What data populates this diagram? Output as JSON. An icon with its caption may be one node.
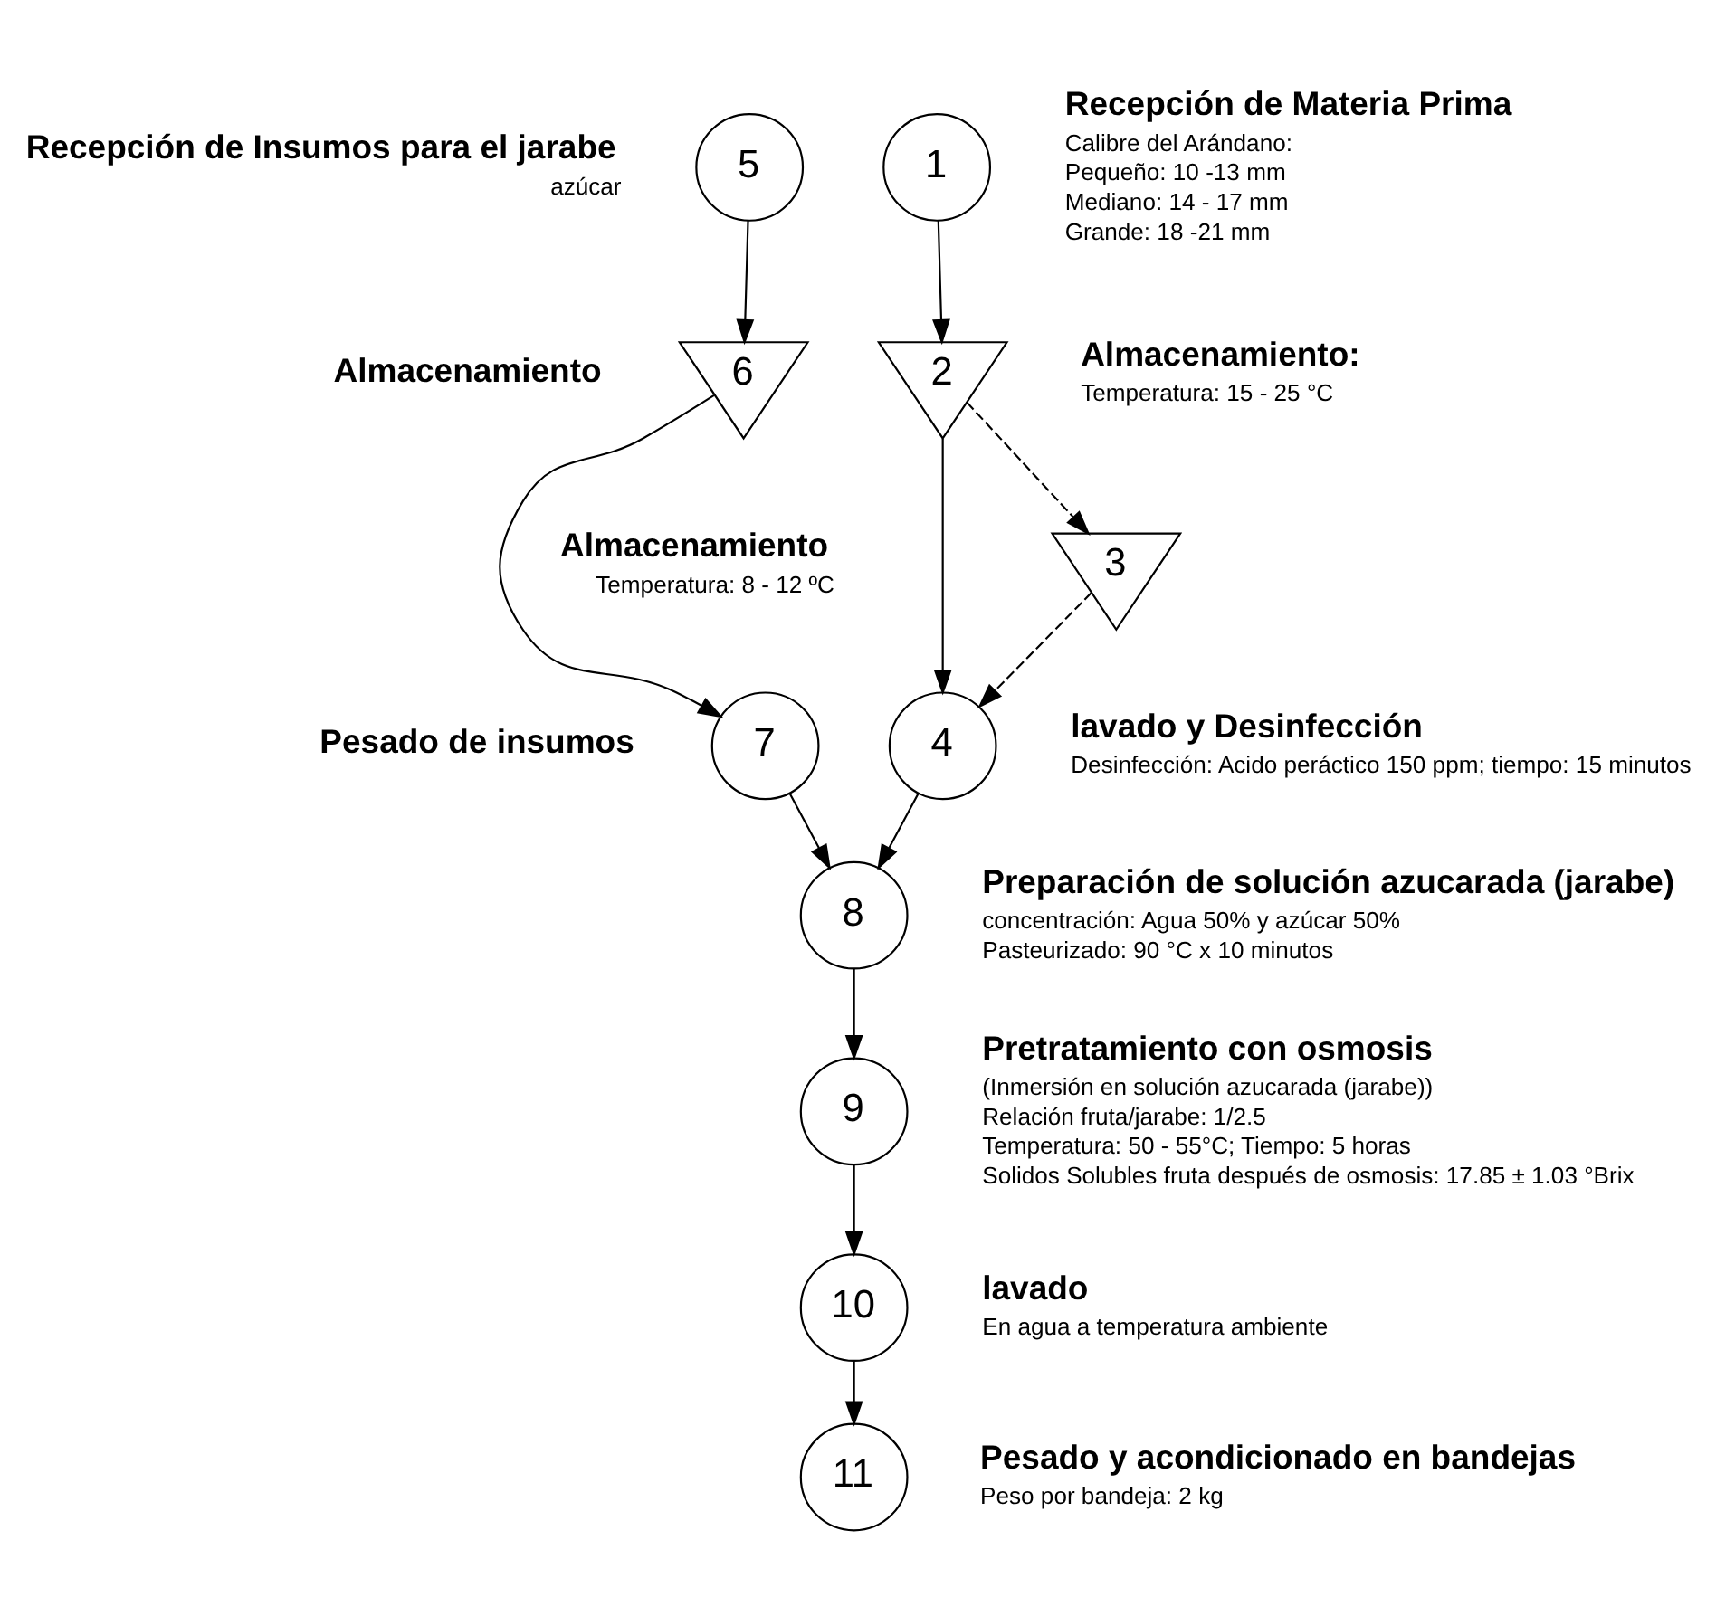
{
  "diagram": {
    "nodes": [
      {
        "text": [
          "1"
        ],
        "beside": [
          "Recepción de Materia Prima",
          "Calibre del Arándano:",
          "Pequeño: 10 -13 mm",
          "Mediano: 14 - 17 mm",
          "Grande: 18 -21 mm"
        ]
      },
      {
        "text": [
          "2"
        ],
        "beside": [
          "Almacenamiento:",
          "Temperatura: 15 - 25 °C"
        ]
      },
      {
        "text": [
          "3"
        ],
        "beside": [
          "Almacenamiento",
          "Temperatura: 8 - 12 ºC"
        ]
      },
      {
        "text": [
          "4"
        ],
        "beside": [
          "lavado y Desinfección",
          "Desinfección: Acido peráctico 150 ppm; tiempo: 15 minutos"
        ]
      },
      {
        "text": [
          "5"
        ],
        "beside": [
          "Recepción de Insumos para el jarabe",
          "azúcar"
        ]
      },
      {
        "text": [
          "6"
        ],
        "beside": [
          "Almacenamiento"
        ]
      },
      {
        "text": [
          "7"
        ],
        "beside": [
          "Pesado de insumos"
        ]
      },
      {
        "text": [
          "8"
        ],
        "beside": [
          "Preparación de solución azucarada (jarabe)",
          "concentración: Agua 50% y azúcar 50%",
          "Pasteurizado: 90 °C x 10 minutos"
        ]
      },
      {
        "text": [
          "9"
        ],
        "beside": [
          "Pretratamiento con osmosis",
          "(Inmersión en solución azucarada (jarabe))",
          "Relación fruta/jarabe: 1/2.5",
          "Temperatura: 50 - 55°C; Tiempo: 5 horas",
          "Solidos Solubles fruta después de osmosis: 17.85 ± 1.03 °Brix"
        ]
      },
      {
        "text": [
          "10"
        ],
        "beside": [
          "lavado",
          "En agua a temperatura ambiente"
        ]
      },
      {
        "text": [
          "11"
        ],
        "beside": [
          "Pesado y acondicionado en bandejas",
          "Peso por bandeja: 2 kg"
        ]
      }
    ],
    "edges": [
      {
        "from": 0,
        "to": 1,
        "arrow": "to"
      },
      {
        "from": 1,
        "to": 2,
        "arrow": "to",
        "style": "dashed"
      },
      {
        "from": 2,
        "to": 3,
        "arrow": "to",
        "style": "dashed"
      },
      {
        "from": 1,
        "to": 3,
        "arrow": "to"
      },
      {
        "from": 3,
        "to": 7,
        "arrow": "to"
      },
      {
        "from": 4,
        "to": 5,
        "arrow": "to"
      },
      {
        "from": 5,
        "to": 6,
        "arrow": "to"
      },
      {
        "from": 6,
        "to": 7,
        "arrow": "to"
      },
      {
        "from": 7,
        "to": 8,
        "arrow": "to"
      },
      {
        "from": 8,
        "to": 9,
        "arrow": "to"
      },
      {
        "from": 9,
        "to": 10,
        "arrow": "to"
      }
    ]
  }
}
